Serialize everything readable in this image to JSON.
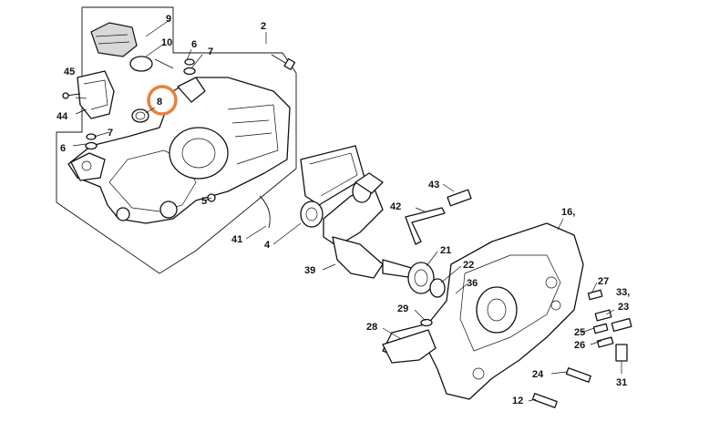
{
  "diagram": {
    "callouts": {
      "c2": "2",
      "c9": "9",
      "c10": "10",
      "c6a": "6",
      "c7a": "7",
      "c45": "45",
      "c8": "8",
      "c44": "44",
      "c6b": "6",
      "c7b": "7",
      "c5": "5",
      "c43": "43",
      "c42": "42",
      "c16": "16,",
      "c41": "41",
      "c4": "4",
      "c21": "21",
      "c39": "39",
      "c22": "22",
      "c36": "36",
      "c27": "27",
      "c33": "33,",
      "c23": "23",
      "c29": "29",
      "c28": "28",
      "c25": "25",
      "c26": "26",
      "c24": "24",
      "c31": "31",
      "c12": "12"
    },
    "highlight": {
      "callout": "8",
      "color": "#e8823a"
    }
  }
}
